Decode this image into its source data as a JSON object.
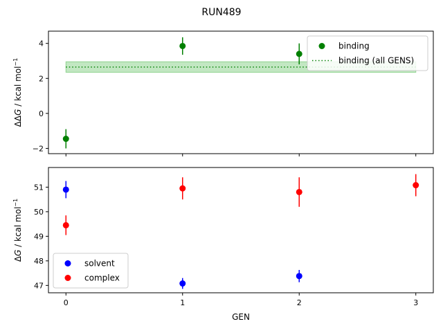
{
  "chart_data": [
    {
      "type": "scatter",
      "panel": "top",
      "title": "RUN489",
      "ylabel_parts": [
        "ΔΔ",
        "G",
        " / kcal mol",
        "−1"
      ],
      "xlim": [
        -0.15,
        3.15
      ],
      "ylim": [
        -2.3,
        4.7
      ],
      "yticks": [
        -2,
        0,
        2,
        4
      ],
      "ytick_labels": [
        "−2",
        "0",
        "2",
        "4"
      ],
      "xticks": [
        0,
        1,
        2,
        3
      ],
      "grid": false,
      "legend": "top-right",
      "series": [
        {
          "name": "binding",
          "color": "#008000",
          "points": [
            {
              "x": 0,
              "y": -1.45,
              "err": 0.55
            },
            {
              "x": 1,
              "y": 3.85,
              "err": 0.5
            },
            {
              "x": 2,
              "y": 3.4,
              "err": 0.6
            }
          ]
        }
      ],
      "reference": {
        "name": "binding (all GENS)",
        "color": "#008000",
        "value": 2.65,
        "band": [
          2.35,
          2.95
        ],
        "band_color": "#90d490",
        "x_range": [
          0,
          3
        ]
      }
    },
    {
      "type": "scatter",
      "panel": "bottom",
      "xlabel": "GEN",
      "ylabel_parts": [
        "Δ",
        "G",
        " / kcal mol",
        "−1"
      ],
      "xlim": [
        -0.15,
        3.15
      ],
      "ylim": [
        46.7,
        51.8
      ],
      "yticks": [
        47,
        48,
        49,
        50,
        51
      ],
      "ytick_labels": [
        "47",
        "48",
        "49",
        "50",
        "51"
      ],
      "xticks": [
        0,
        1,
        2,
        3
      ],
      "xtick_labels": [
        "0",
        "1",
        "2",
        "3"
      ],
      "grid": false,
      "legend": "bottom-left",
      "series": [
        {
          "name": "solvent",
          "color": "#0000ff",
          "points": [
            {
              "x": 0,
              "y": 50.9,
              "err": 0.35
            },
            {
              "x": 1,
              "y": 47.08,
              "err": 0.22
            },
            {
              "x": 2,
              "y": 47.38,
              "err": 0.25
            }
          ]
        },
        {
          "name": "complex",
          "color": "#ff0000",
          "points": [
            {
              "x": 0,
              "y": 49.45,
              "err": 0.4
            },
            {
              "x": 1,
              "y": 50.95,
              "err": 0.45
            },
            {
              "x": 2,
              "y": 50.8,
              "err": 0.6
            },
            {
              "x": 3,
              "y": 51.08,
              "err": 0.45
            }
          ]
        }
      ]
    }
  ]
}
